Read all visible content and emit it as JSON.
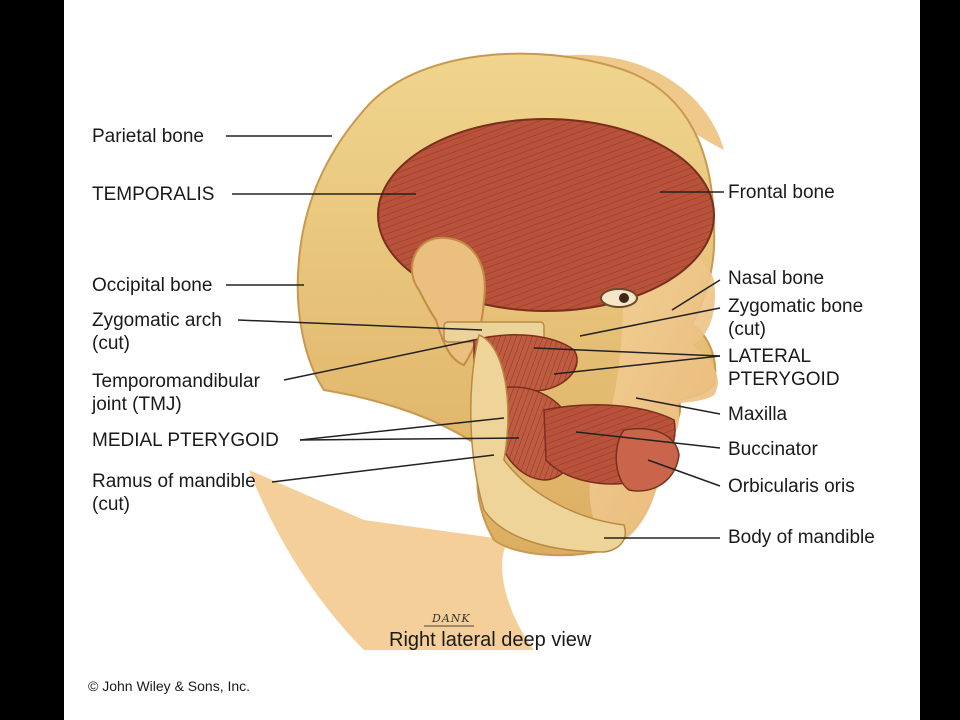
{
  "figure": {
    "caption": "Right lateral deep view",
    "signature": "DANK",
    "copyright": "© John Wiley & Sons, Inc."
  },
  "labels": {
    "parietal_bone": "Parietal bone",
    "temporalis": "TEMPORALIS",
    "occipital_bone": "Occipital bone",
    "zygomatic_arch": "Zygomatic arch\n(cut)",
    "tmj": "Temporomandibular\njoint (TMJ)",
    "medial_pterygoid": "MEDIAL PTERYGOID",
    "ramus": "Ramus of mandible\n(cut)",
    "frontal_bone": "Frontal bone",
    "nasal_bone": "Nasal bone",
    "zygomatic_bone": "Zygomatic bone\n(cut)",
    "lateral_pterygoid": "LATERAL\nPTERYGOID",
    "maxilla": "Maxilla",
    "buccinator": "Buccinator",
    "orbicularis_oris": "Orbicularis oris",
    "body_of_mandible": "Body of mandible"
  },
  "colors": {
    "page_border": "#000000",
    "background": "#ffffff",
    "skin": "#f6c98c",
    "bone": "#e9c476",
    "muscle": "#b8553a",
    "leader_line": "#222222"
  }
}
